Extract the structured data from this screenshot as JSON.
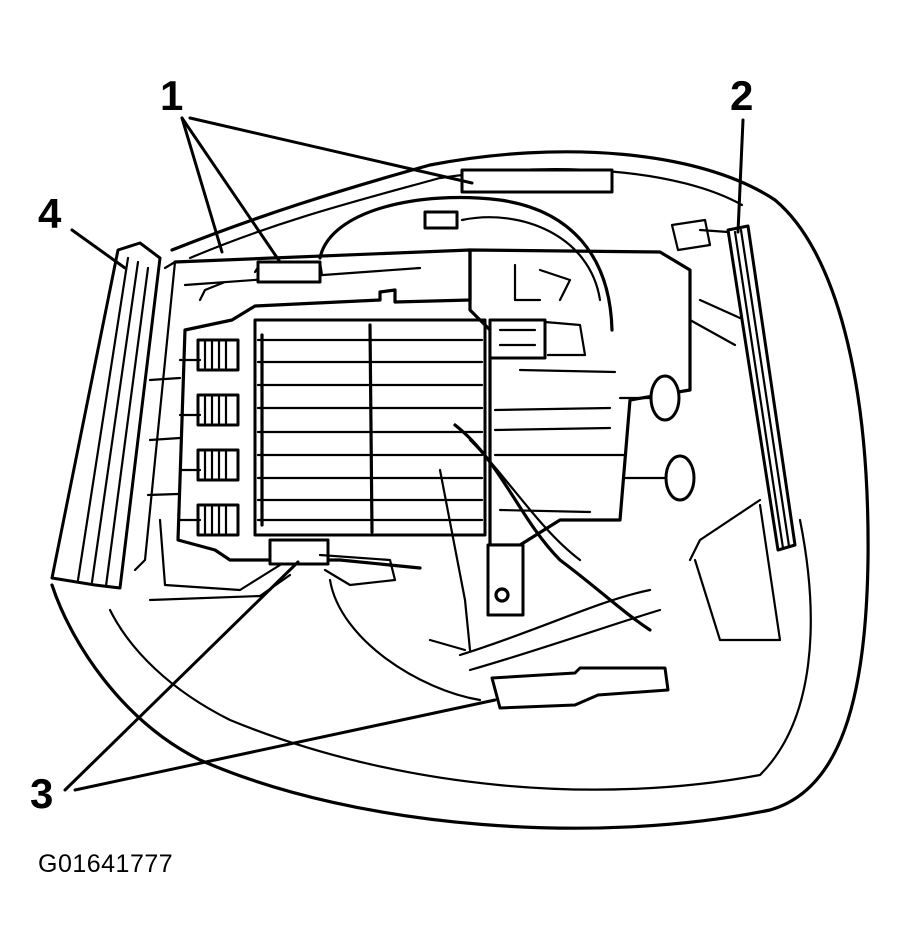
{
  "callouts": [
    {
      "id": "1",
      "label": "1"
    },
    {
      "id": "2",
      "label": "2"
    },
    {
      "id": "3",
      "label": "3"
    },
    {
      "id": "4",
      "label": "4"
    }
  ],
  "figure_id": "G01641777"
}
